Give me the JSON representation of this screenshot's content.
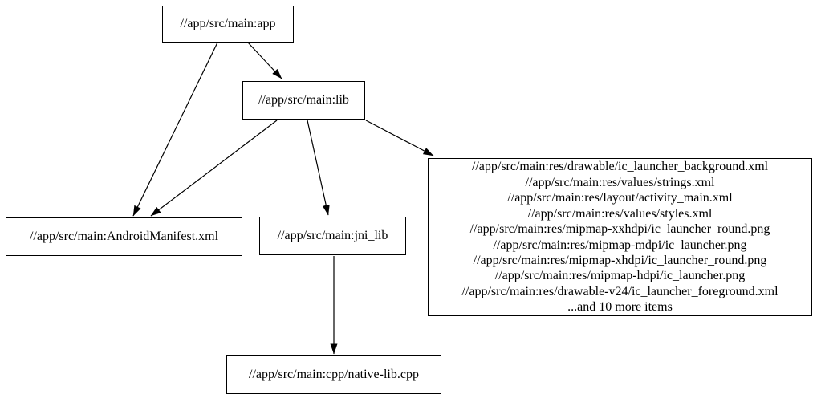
{
  "diagram": {
    "type": "dependency-graph",
    "nodes": {
      "app": {
        "label": "//app/src/main:app"
      },
      "lib": {
        "label": "//app/src/main:lib"
      },
      "manifest": {
        "label": "//app/src/main:AndroidManifest.xml"
      },
      "jni_lib": {
        "label": "//app/src/main:jni_lib"
      },
      "cpp": {
        "label": "//app/src/main:cpp/native-lib.cpp"
      },
      "res": {
        "lines": [
          "//app/src/main:res/drawable/ic_launcher_background.xml",
          "//app/src/main:res/values/strings.xml",
          "//app/src/main:res/layout/activity_main.xml",
          "//app/src/main:res/values/styles.xml",
          "//app/src/main:res/mipmap-xxhdpi/ic_launcher_round.png",
          "//app/src/main:res/mipmap-mdpi/ic_launcher.png",
          "//app/src/main:res/mipmap-xhdpi/ic_launcher_round.png",
          "//app/src/main:res/mipmap-hdpi/ic_launcher.png",
          "//app/src/main:res/drawable-v24/ic_launcher_foreground.xml",
          "...and 10 more items"
        ]
      }
    },
    "edges": [
      {
        "from": "//app/src/main:app",
        "to": "//app/src/main:lib"
      },
      {
        "from": "//app/src/main:app",
        "to": "//app/src/main:AndroidManifest.xml"
      },
      {
        "from": "//app/src/main:lib",
        "to": "//app/src/main:AndroidManifest.xml"
      },
      {
        "from": "//app/src/main:lib",
        "to": "//app/src/main:jni_lib"
      },
      {
        "from": "//app/src/main:lib",
        "to": "res-file-group"
      },
      {
        "from": "//app/src/main:jni_lib",
        "to": "//app/src/main:cpp/native-lib.cpp"
      }
    ],
    "edge_color": "#000000",
    "node_border_color": "#000000",
    "background_color": "#ffffff"
  }
}
